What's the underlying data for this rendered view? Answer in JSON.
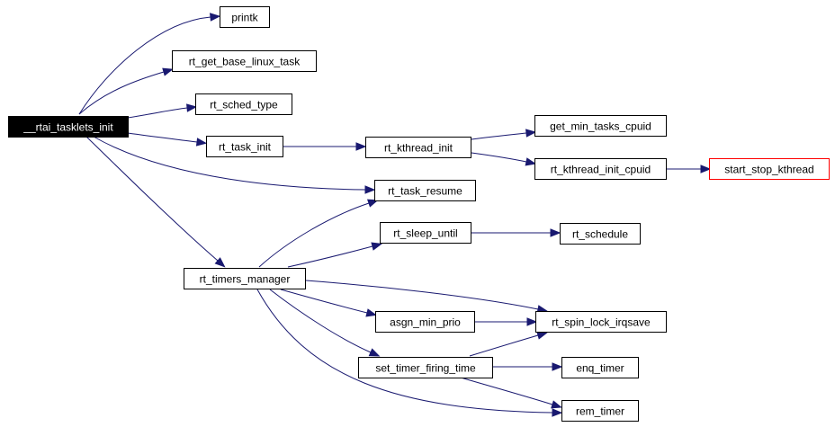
{
  "colors": {
    "edge": "#191970",
    "node_border": "#000000",
    "node_fill": "#ffffff",
    "root_fill": "#000000",
    "root_text": "#ffffff",
    "highlight_border": "#ff0000"
  },
  "nodes": [
    {
      "id": "rtai_tasklets_init",
      "label": "__rtai_tasklets_init",
      "style": "root"
    },
    {
      "id": "printk",
      "label": "printk"
    },
    {
      "id": "rt_get_base_linux_task",
      "label": "rt_get_base_linux_task"
    },
    {
      "id": "rt_sched_type",
      "label": "rt_sched_type"
    },
    {
      "id": "rt_task_init",
      "label": "rt_task_init"
    },
    {
      "id": "rt_kthread_init",
      "label": "rt_kthread_init"
    },
    {
      "id": "get_min_tasks_cpuid",
      "label": "get_min_tasks_cpuid"
    },
    {
      "id": "rt_kthread_init_cpuid",
      "label": "rt_kthread_init_cpuid"
    },
    {
      "id": "start_stop_kthread",
      "label": "start_stop_kthread",
      "style": "highlight"
    },
    {
      "id": "rt_task_resume",
      "label": "rt_task_resume"
    },
    {
      "id": "rt_timers_manager",
      "label": "rt_timers_manager"
    },
    {
      "id": "rt_sleep_until",
      "label": "rt_sleep_until"
    },
    {
      "id": "rt_schedule",
      "label": "rt_schedule"
    },
    {
      "id": "asgn_min_prio",
      "label": "asgn_min_prio"
    },
    {
      "id": "rt_spin_lock_irqsave",
      "label": "rt_spin_lock_irqsave"
    },
    {
      "id": "set_timer_firing_time",
      "label": "set_timer_firing_time"
    },
    {
      "id": "enq_timer",
      "label": "enq_timer"
    },
    {
      "id": "rem_timer",
      "label": "rem_timer"
    }
  ],
  "edges": [
    {
      "from": "rtai_tasklets_init",
      "to": "printk"
    },
    {
      "from": "rtai_tasklets_init",
      "to": "rt_get_base_linux_task"
    },
    {
      "from": "rtai_tasklets_init",
      "to": "rt_sched_type"
    },
    {
      "from": "rtai_tasklets_init",
      "to": "rt_task_init"
    },
    {
      "from": "rtai_tasklets_init",
      "to": "rt_task_resume"
    },
    {
      "from": "rtai_tasklets_init",
      "to": "rt_timers_manager"
    },
    {
      "from": "rt_task_init",
      "to": "rt_kthread_init"
    },
    {
      "from": "rt_kthread_init",
      "to": "get_min_tasks_cpuid"
    },
    {
      "from": "rt_kthread_init",
      "to": "rt_kthread_init_cpuid"
    },
    {
      "from": "rt_kthread_init_cpuid",
      "to": "start_stop_kthread"
    },
    {
      "from": "rt_timers_manager",
      "to": "rt_task_resume"
    },
    {
      "from": "rt_timers_manager",
      "to": "rt_sleep_until"
    },
    {
      "from": "rt_sleep_until",
      "to": "rt_schedule"
    },
    {
      "from": "rt_timers_manager",
      "to": "rt_spin_lock_irqsave"
    },
    {
      "from": "rt_timers_manager",
      "to": "asgn_min_prio"
    },
    {
      "from": "asgn_min_prio",
      "to": "rt_spin_lock_irqsave"
    },
    {
      "from": "rt_timers_manager",
      "to": "set_timer_firing_time"
    },
    {
      "from": "set_timer_firing_time",
      "to": "rt_spin_lock_irqsave"
    },
    {
      "from": "set_timer_firing_time",
      "to": "enq_timer"
    },
    {
      "from": "set_timer_firing_time",
      "to": "rem_timer"
    },
    {
      "from": "rt_timers_manager",
      "to": "rem_timer"
    }
  ]
}
